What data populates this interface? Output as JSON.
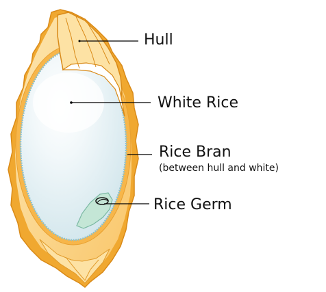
{
  "diagram": {
    "labels": {
      "hull": "Hull",
      "white_rice": "White Rice",
      "rice_bran": "Rice Bran",
      "rice_bran_note": "(between hull and white)",
      "rice_germ": "Rice Germ"
    },
    "colors": {
      "hull_outer": "#f0a830",
      "hull_fill": "#fcd890",
      "hull_light": "#fff0c8",
      "bran_ring": "#f7b64a",
      "rice_fill": "#e4f0f4",
      "rice_highlight": "#ffffff",
      "rice_edge": "#8cc0cc",
      "germ": "#bfe0d2",
      "leader_line": "#000000",
      "text": "#111111"
    }
  }
}
